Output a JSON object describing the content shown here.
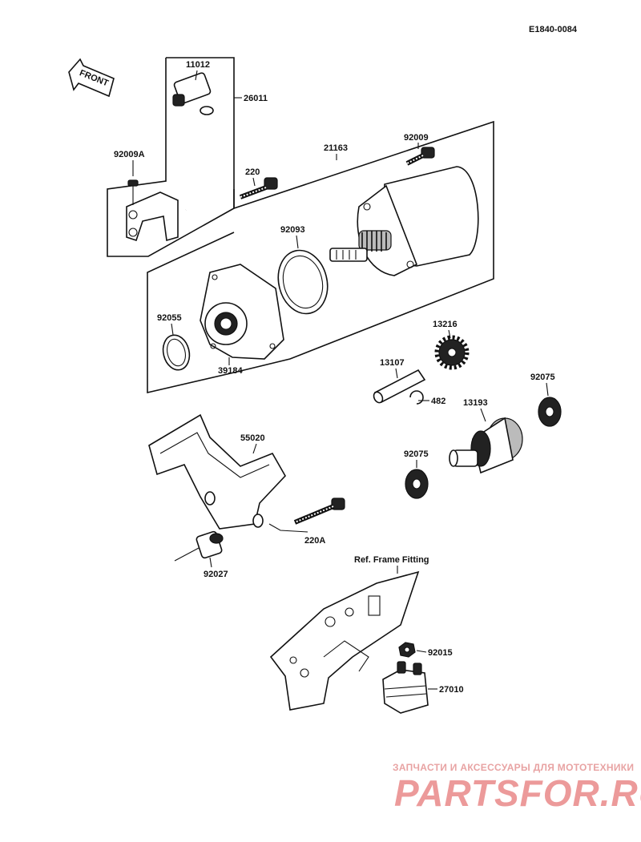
{
  "diagram_code": "E1840-0084",
  "front_label": "FRONT",
  "ref_label": "Ref. Frame Fitting",
  "parts": {
    "p11012": "11012",
    "p26011": "26011",
    "p92009a": "92009A",
    "p21163": "21163",
    "p92009": "92009",
    "p220": "220",
    "p92093": "92093",
    "p92055": "92055",
    "p39184": "39184",
    "p13216": "13216",
    "p13107": "13107",
    "p482": "482",
    "p13193": "13193",
    "p92075a": "92075",
    "p92075b": "92075",
    "p55020": "55020",
    "p220a": "220A",
    "p92027": "92027",
    "p92015": "92015",
    "p27010": "27010"
  },
  "watermark": {
    "tagline": "ЗАПЧАСТИ И АКСЕССУАРЫ ДЛЯ МОТОТЕХНИКИ",
    "brand": "PARTSFOR.RU"
  }
}
